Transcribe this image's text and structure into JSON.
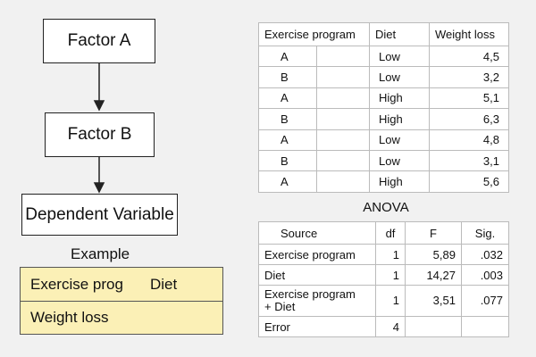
{
  "flow": {
    "factor_a": "Factor A",
    "factor_b": "Factor B",
    "dependent": "Dependent Variable"
  },
  "example": {
    "title": "Example",
    "factor1": "Exercise prog",
    "factor2": "Diet",
    "outcome": "Weight loss"
  },
  "data_table": {
    "headers": [
      "Exercise program",
      "Diet",
      "Weight loss"
    ],
    "rows": [
      [
        "A",
        "Low",
        "4,5"
      ],
      [
        "B",
        "Low",
        "3,2"
      ],
      [
        "A",
        "High",
        "5,1"
      ],
      [
        "B",
        "High",
        "6,3"
      ],
      [
        "A",
        "Low",
        "4,8"
      ],
      [
        "B",
        "Low",
        "3,1"
      ],
      [
        "A",
        "High",
        "5,6"
      ]
    ]
  },
  "anova": {
    "title": "ANOVA",
    "headers": [
      "Source",
      "df",
      "F",
      "Sig."
    ],
    "rows": [
      [
        "Exercise program",
        "1",
        "5,89",
        ".032"
      ],
      [
        "Diet",
        "1",
        "14,27",
        ".003"
      ],
      [
        "Exercise program\n+ Diet",
        "1",
        "3,51",
        ".077"
      ],
      [
        "Error",
        "4",
        "",
        ""
      ]
    ]
  }
}
